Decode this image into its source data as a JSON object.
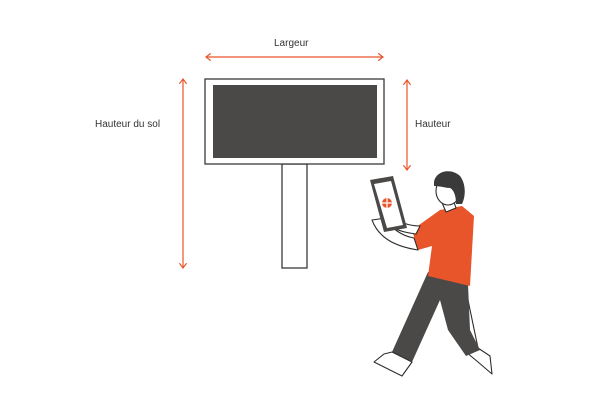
{
  "labels": {
    "width": "Largeur",
    "ground_height": "Hauteur du sol",
    "height": "Hauteur"
  },
  "colors": {
    "accent": "#e9552a",
    "dark": "#4a4947",
    "outline": "#3a3a3a"
  },
  "icons": [
    "billboard-icon",
    "person-with-tablet-icon",
    "arrow-icon"
  ]
}
